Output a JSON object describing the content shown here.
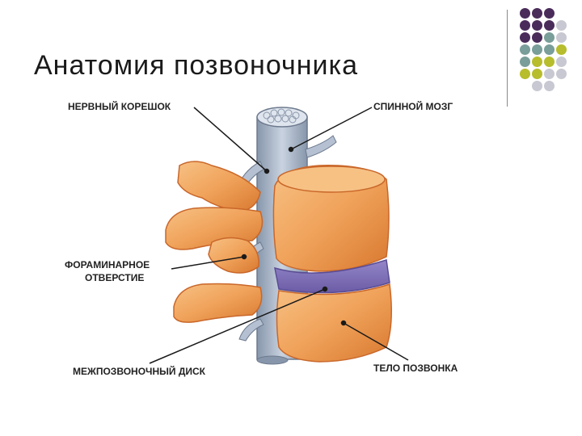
{
  "slide": {
    "title": "Анатомия позвоночника"
  },
  "decor": {
    "dot_colors": {
      "purple": "#4a2c5a",
      "teal": "#7a9e9a",
      "olive": "#b7bd2c",
      "gray": "#c8c8d2"
    }
  },
  "labels": {
    "nerve_root": "НЕРВНЫЙ КОРЕШОК",
    "spinal_cord": "СПИННОЙ МОЗГ",
    "foramen_line1": "ФОРАМИНАРНОЕ",
    "foramen_line2": "ОТВЕРСТИЕ",
    "disc": "МЕЖПОЗВОНОЧНЫЙ ДИСК",
    "vertebra_body": "ТЕЛО ПОЗВОНКА"
  },
  "colors": {
    "bone": "#f0a25a",
    "bone_dark": "#c9672a",
    "disc": "#7e6fb4",
    "cord": "#a9b7c9"
  }
}
